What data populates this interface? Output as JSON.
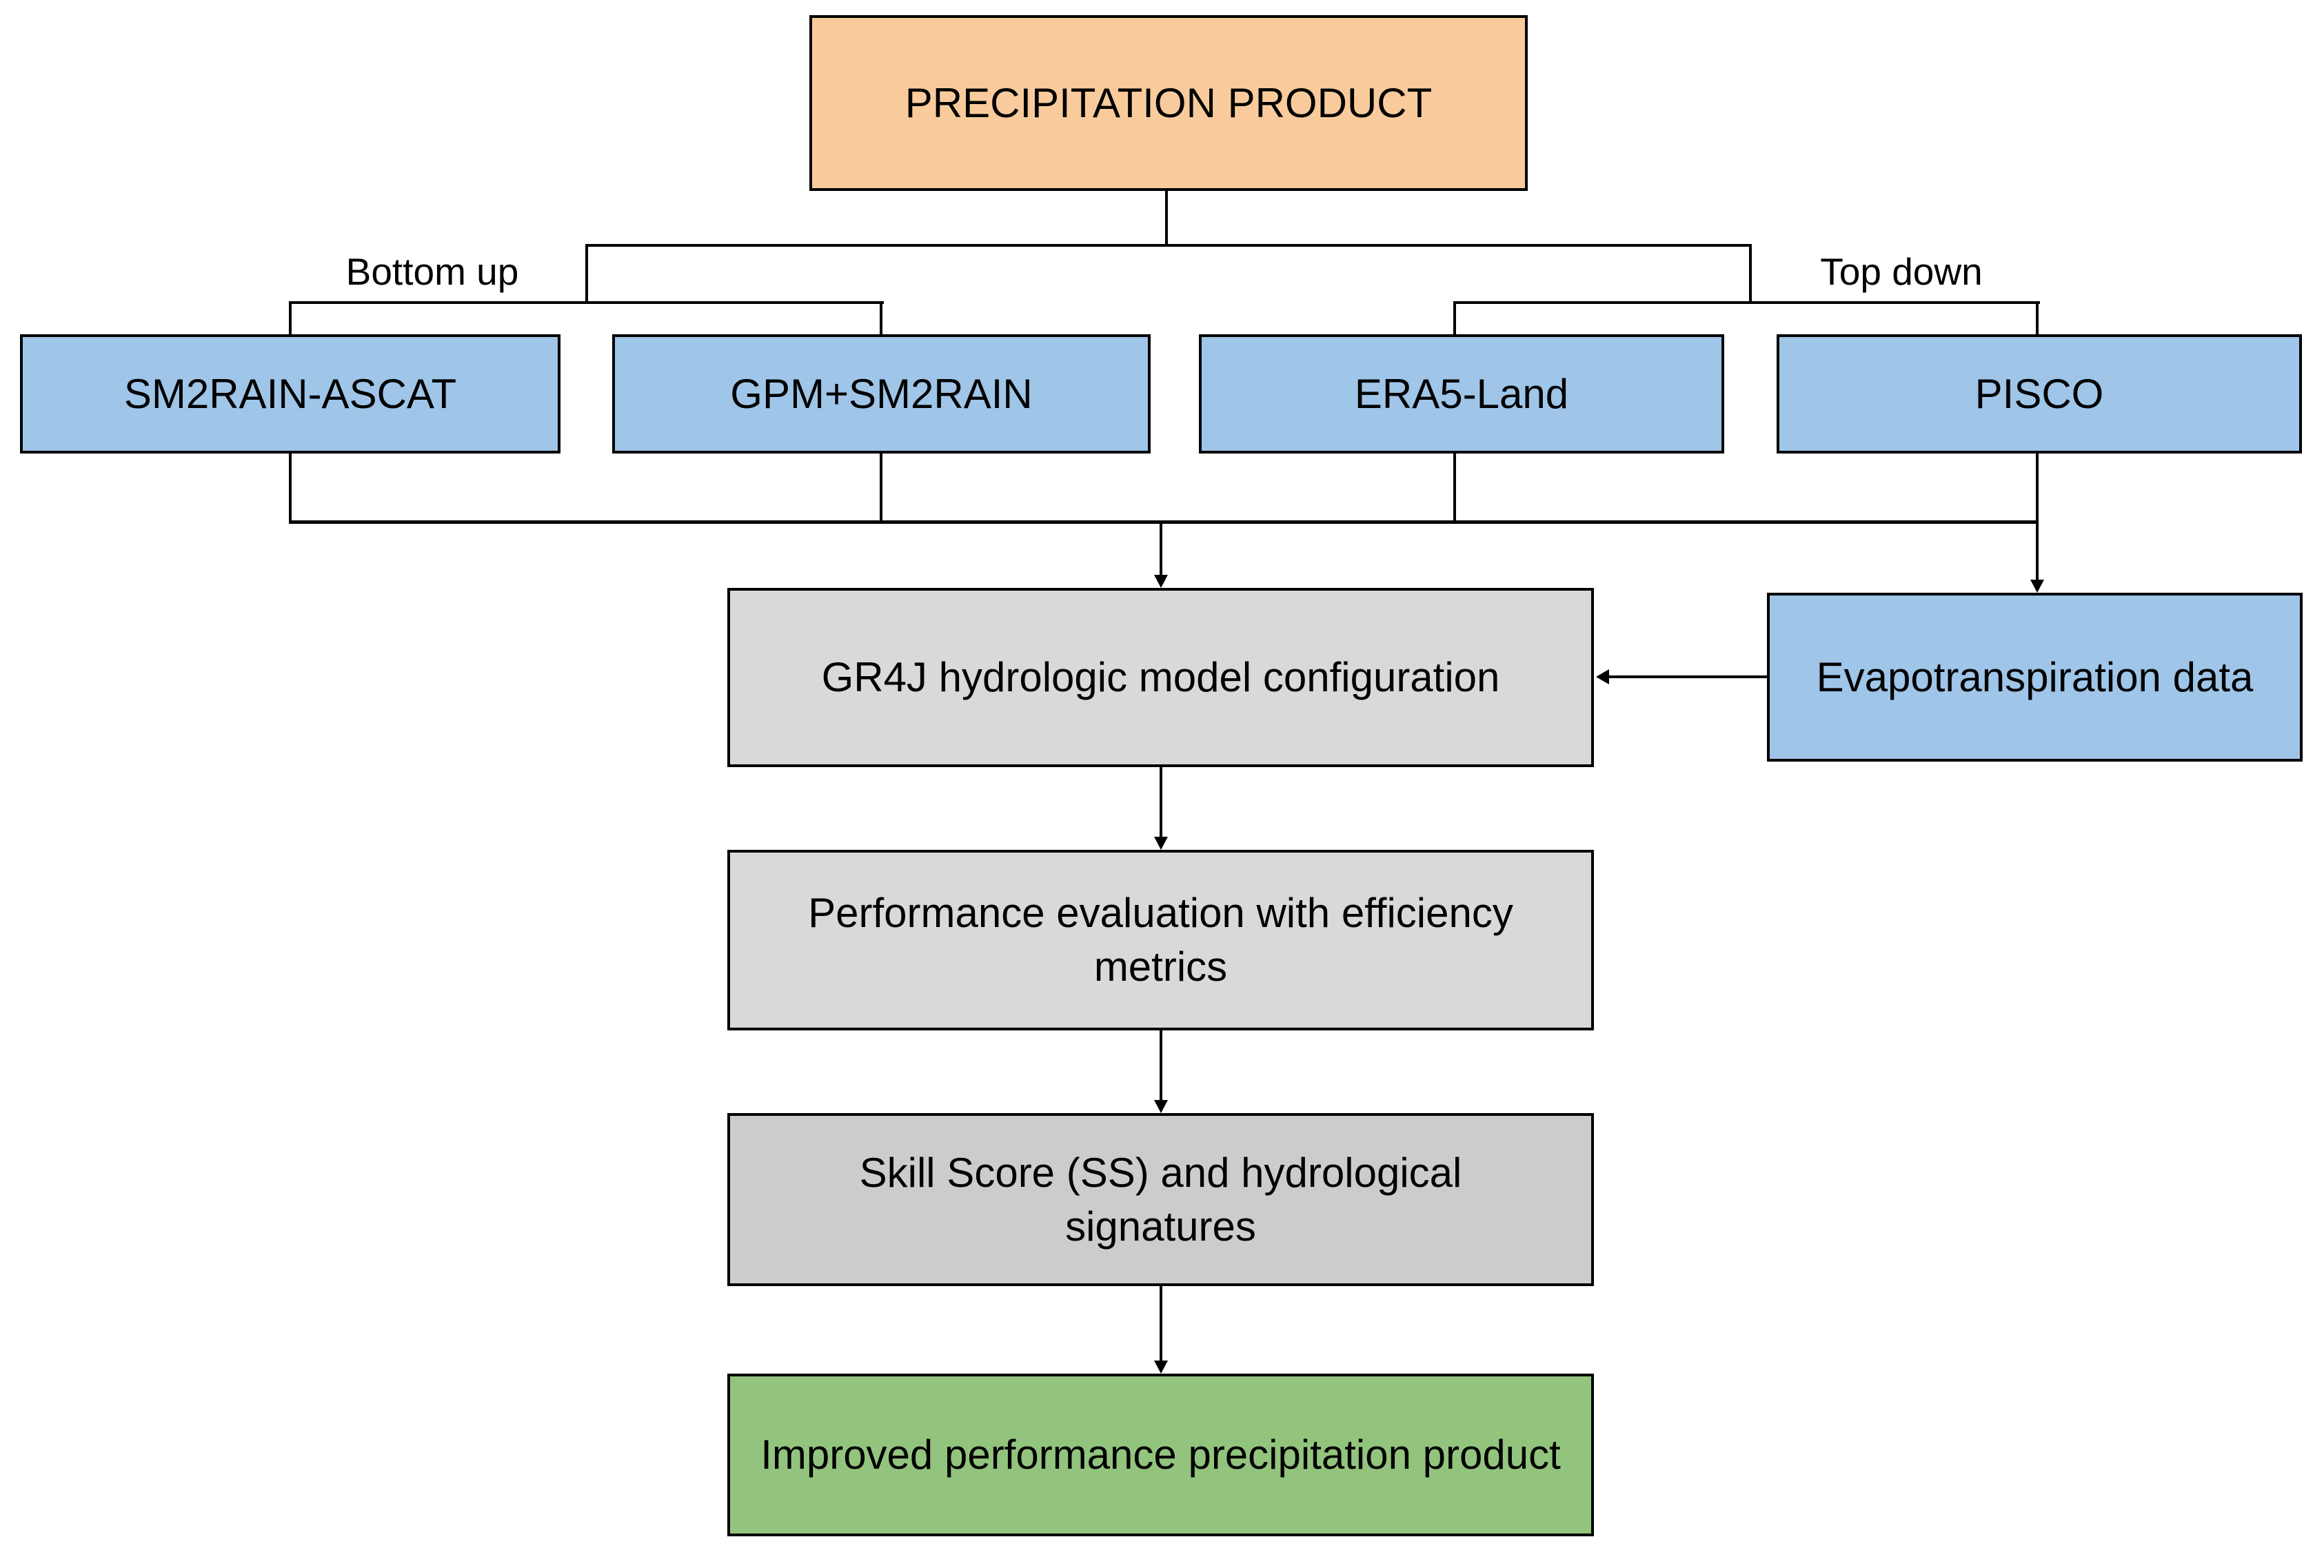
{
  "diagram": {
    "background": "#ffffff",
    "line_color": "#000000",
    "title_box": {
      "label": "PRECIPITATION PRODUCT",
      "fill": "#f9cb9c"
    },
    "branches": {
      "left_label": "Bottom up",
      "right_label": "Top down"
    },
    "product_boxes": [
      {
        "label": "SM2RAIN-ASCAT",
        "fill": "#9fc5e8"
      },
      {
        "label": "GPM+SM2RAIN",
        "fill": "#9fc5e8"
      },
      {
        "label": "ERA5-Land",
        "fill": "#9fc5e8"
      },
      {
        "label": "PISCO",
        "fill": "#9fc5e8"
      }
    ],
    "evapotranspiration_box": {
      "label": "Evapotranspiration data",
      "fill": "#9fc5e8"
    },
    "process_boxes": [
      {
        "label": "GR4J hydrologic model configuration",
        "fill": "#d9d9d9"
      },
      {
        "lines": [
          "Performance evaluation with efficiency",
          "metrics"
        ],
        "fill": "#d9d9d9"
      },
      {
        "lines": [
          "Skill Score (SS) and hydrological",
          "signatures"
        ],
        "fill": "#cccccc"
      }
    ],
    "result_box": {
      "label": "Improved performance precipitation product",
      "fill": "#93c47d"
    }
  }
}
